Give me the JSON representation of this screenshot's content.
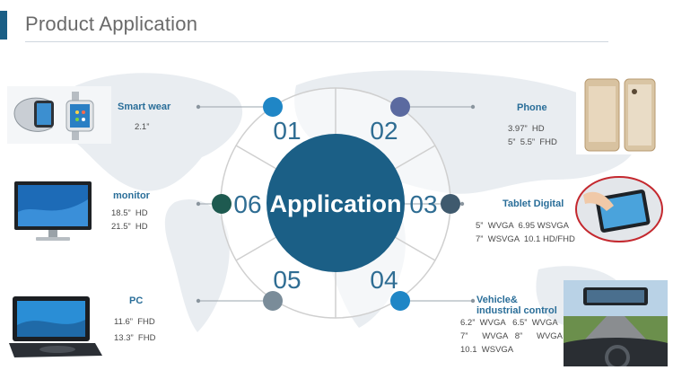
{
  "page": {
    "title": "Product Application"
  },
  "center": {
    "label": "Application"
  },
  "segments": [
    {
      "number": "01",
      "category": "Smart wear",
      "specs": [
        "2.1”"
      ],
      "image": "smartwatch"
    },
    {
      "number": "02",
      "category": "Phone",
      "specs": [
        "3.97”  HD",
        "5”  5.5”  FHD"
      ],
      "image": "smartphone"
    },
    {
      "number": "03",
      "category": "Tablet Digital",
      "specs": [
        "5”  WVGA  6.95 WSVGA",
        "7”  WSVGA  10.1 HD/FHD"
      ],
      "image": "tablet"
    },
    {
      "number": "04",
      "category": "Vehicle&\nindustrial control",
      "specs": [
        "6.2”  WVGA   6.5”  WVGA",
        "7”      WVGA   8”      WVGA",
        "10.1  WSVGA"
      ],
      "image": "car-mirror-display"
    },
    {
      "number": "05",
      "category": "PC",
      "specs": [
        "11.6”  FHD",
        "13.3”  FHD"
      ],
      "image": "portable-dvd-player"
    },
    {
      "number": "06",
      "category": "monitor",
      "specs": [
        "18.5”  HD",
        "21.5”  HD"
      ],
      "image": "desktop-monitor"
    }
  ],
  "colors": {
    "accent": "#1b5f86",
    "dot_blue": "#1f86c6",
    "dot_indigo": "#5b6aa0",
    "dot_slate": "#3f5a6e",
    "dot_teal": "#1e5a50",
    "ring": "#cfcfcf"
  }
}
